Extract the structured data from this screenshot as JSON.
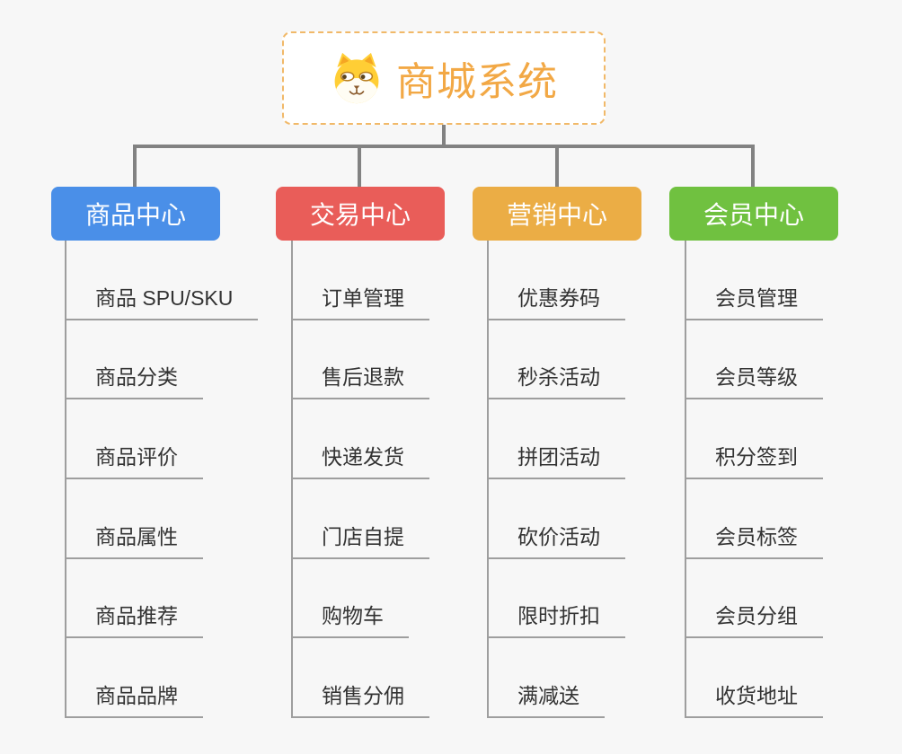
{
  "page": {
    "background_color": "#f7f7f7",
    "connector_color": "#828282",
    "underline_color": "#9e9e9e",
    "item_text_color": "#333333"
  },
  "root": {
    "title": "商城系统",
    "title_color": "#f2a845",
    "border_color": "#f1b969",
    "background": "#ffffff",
    "icon": "shiba-dog-icon"
  },
  "branches": [
    {
      "label": "商品中心",
      "color": "#4a8fe8",
      "items": [
        "商品 SPU/SKU",
        "商品分类",
        "商品评价",
        "商品属性",
        "商品推荐",
        "商品品牌"
      ]
    },
    {
      "label": "交易中心",
      "color": "#e95d59",
      "items": [
        "订单管理",
        "售后退款",
        "快递发货",
        "门店自提",
        "购物车",
        "销售分佣"
      ]
    },
    {
      "label": "营销中心",
      "color": "#ebad45",
      "items": [
        "优惠券码",
        "秒杀活动",
        "拼团活动",
        "砍价活动",
        "限时折扣",
        "满减送"
      ]
    },
    {
      "label": "会员中心",
      "color": "#70c140",
      "items": [
        "会员管理",
        "会员等级",
        "积分签到",
        "会员标签",
        "会员分组",
        "收货地址"
      ]
    }
  ]
}
